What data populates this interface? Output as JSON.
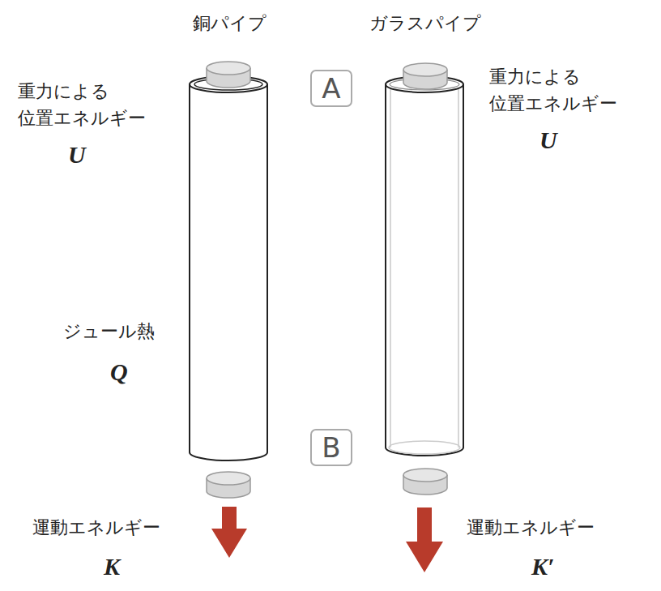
{
  "diagram": {
    "nodes": [
      {
        "text": [
          "A"
        ]
      },
      {
        "text": [
          "B"
        ]
      }
    ],
    "labels": [
      "銅パイプ",
      "ガラスパイプ",
      "重力による 位置エネルギー",
      "U",
      "ジュール熱",
      "Q",
      "運動エネルギー",
      "K",
      "重力による 位置エネルギー",
      "U",
      "運動エネルギー",
      "K′"
    ]
  }
}
